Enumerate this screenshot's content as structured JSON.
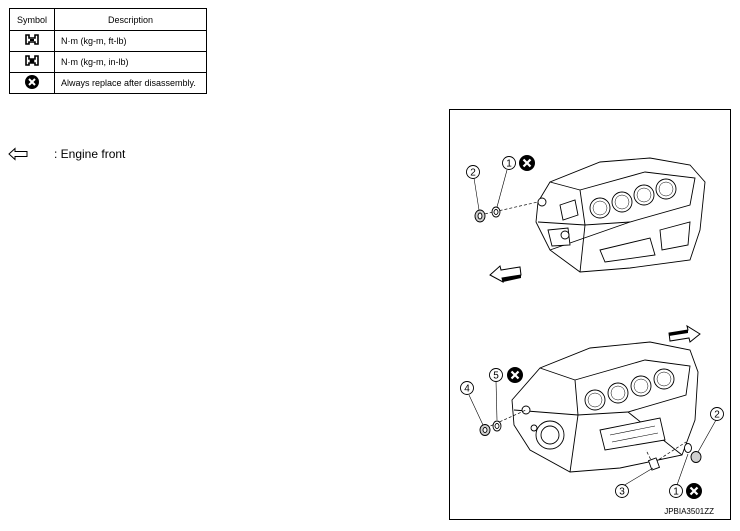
{
  "legend": {
    "headers": {
      "symbol": "Symbol",
      "description": "Description"
    },
    "rows": [
      {
        "icon": "torque-wrench-ft-lb-icon",
        "description": "N·m (kg-m, ft-lb)"
      },
      {
        "icon": "torque-wrench-in-lb-icon",
        "description": "N·m (kg-m, in-lb)"
      },
      {
        "icon": "replace-part-x-icon",
        "description": "Always replace after disassembly."
      }
    ]
  },
  "note": {
    "arrow_icon": "hollow-left-arrow-icon",
    "text": ": Engine front"
  },
  "figure": {
    "code": "JPBIA3501ZZ",
    "top_callouts": [
      "1",
      "2"
    ],
    "bottom_callouts": [
      "1",
      "2",
      "3",
      "4",
      "5"
    ]
  }
}
